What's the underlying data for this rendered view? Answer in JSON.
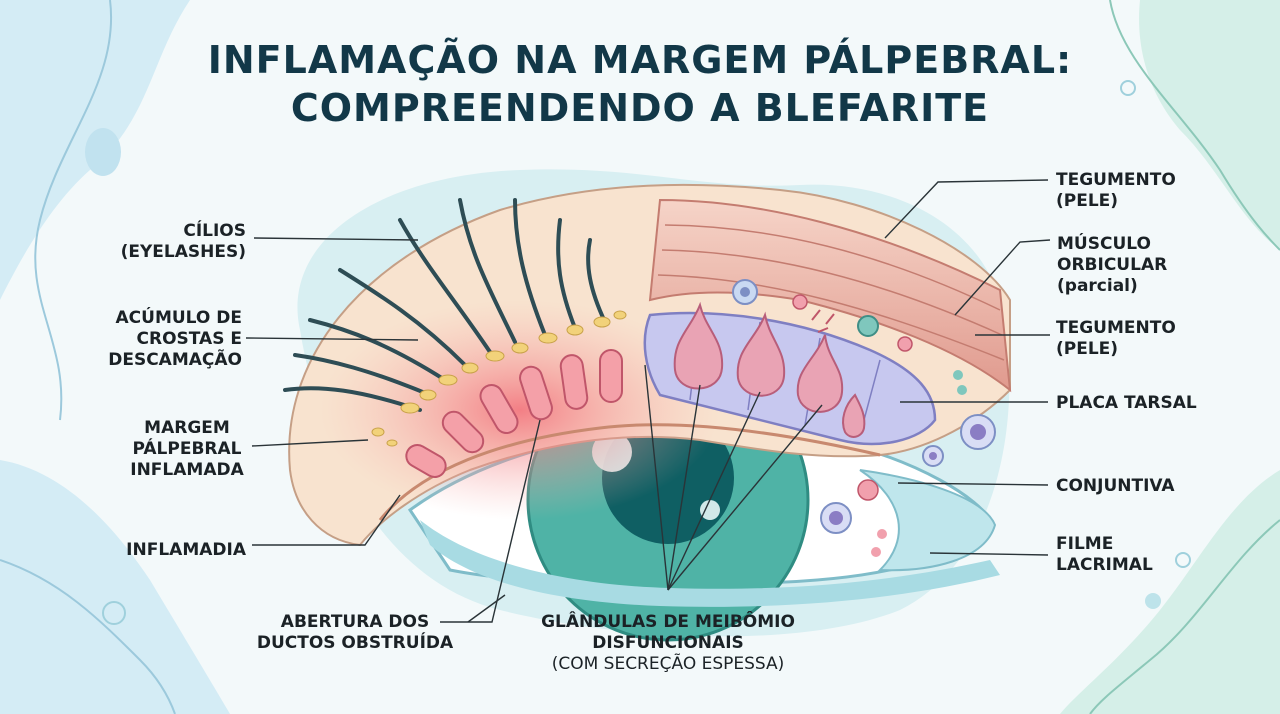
{
  "title": {
    "line1": "INFLAMAÇÃO NA MARGEM PÁLPEBRAL:",
    "line2": "COMPREENDENDO A BLEFARITE"
  },
  "labels": {
    "cilios": [
      "CÍLIOS",
      "(EYELASHES)"
    ],
    "crostas": [
      "ACÚMULO DE",
      "CROSTAS E",
      "DESCAMAÇÃO"
    ],
    "margem": [
      "MARGEM",
      "PÁLPEBRAL",
      "INFLAMADA"
    ],
    "inflamadia": [
      "INFLAMADIA"
    ],
    "abertura": [
      "ABERTURA DOS",
      "DUCTOS OBSTRUÍDA"
    ],
    "glandulas": [
      "GLÂNDULAS DE MEIBÔMIO",
      "DISFUNCIONAIS",
      "(COM SECREÇÃO ESPESSA)"
    ],
    "tegumento1": [
      "TEGUMENTO",
      "(PELE)"
    ],
    "musculo": [
      "MÚSCULO",
      "ORBICULAR",
      "(parcial)"
    ],
    "tegumento2": [
      "TEGUMENTO",
      "(PELE)"
    ],
    "placa": [
      "PLACA TARSAL"
    ],
    "conjuntiva": [
      "CONJUNTIVA"
    ],
    "filme": [
      "FILME",
      "LACRIMAL"
    ]
  },
  "colors": {
    "title": "#123848",
    "iris": "#4fb3a6",
    "pupil": "#0f5f63",
    "inflammation": "#f07a80",
    "tarsal_plate": "#c7c8ef",
    "muscle": "#e4a49a",
    "gland": "#e9a3b4",
    "crust": "#f2d27a",
    "lash": "#2e4d55"
  }
}
